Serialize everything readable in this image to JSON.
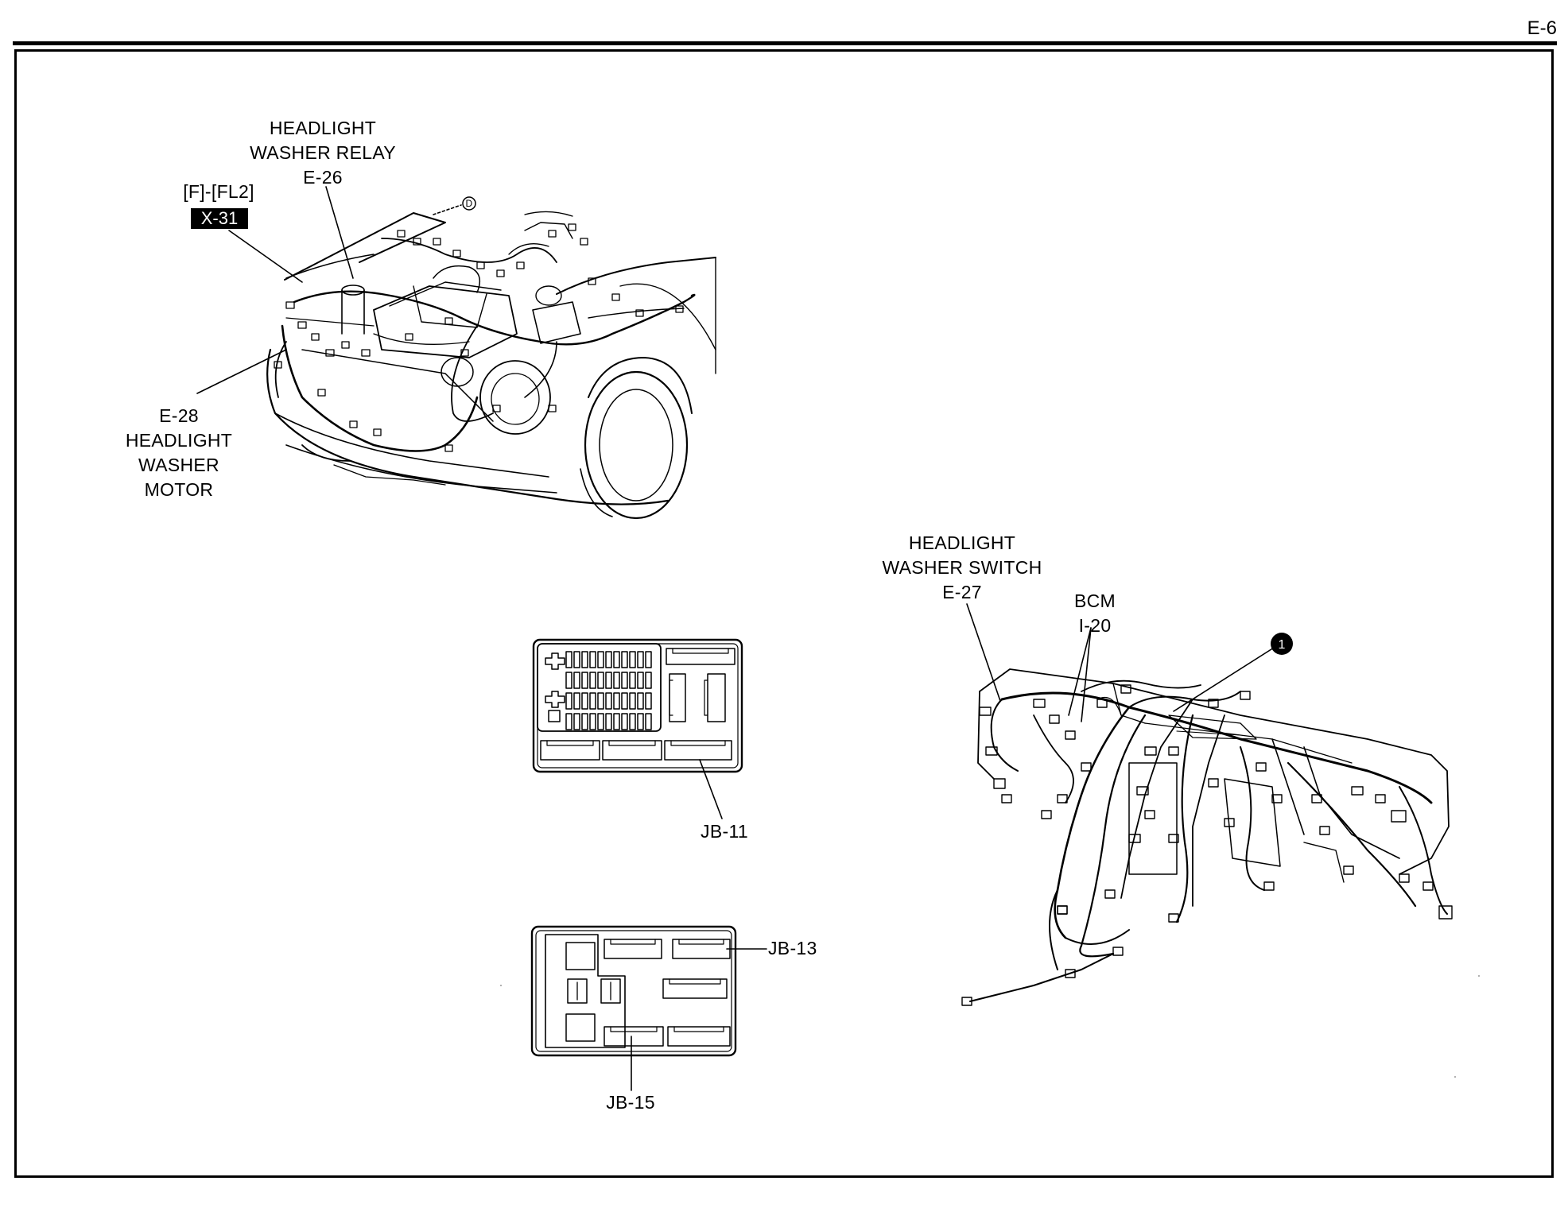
{
  "page_number": "E-6",
  "labels": {
    "relay": [
      "HEADLIGHT",
      "WASHER RELAY",
      "E-26"
    ],
    "fl2": "[F]-[FL2]",
    "x31": "X-31",
    "d_marker": "D",
    "motor": [
      "E-28",
      "HEADLIGHT",
      "WASHER",
      "MOTOR"
    ],
    "switch": [
      "HEADLIGHT",
      "WASHER SWITCH",
      "E-27"
    ],
    "bcm": [
      "BCM",
      "I-20"
    ],
    "callout_1": "1",
    "jb11": "JB-11",
    "jb13": "JB-13",
    "jb15": "JB-15"
  },
  "colors": {
    "ink": "#000000",
    "paper": "#ffffff"
  }
}
